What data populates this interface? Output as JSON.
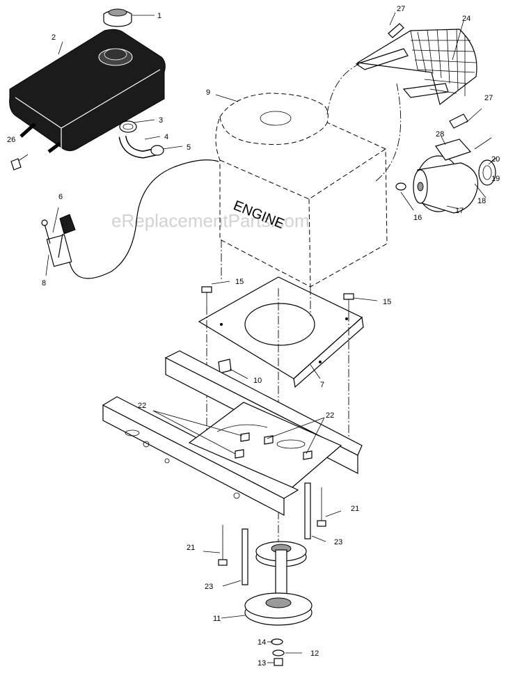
{
  "watermark": "eReplacementParts.com",
  "engine_label": "ENGINE",
  "callouts": {
    "c1": "1",
    "c2": "2",
    "c3": "3",
    "c4": "4",
    "c5": "5",
    "c6": "6",
    "c7": "7",
    "c8": "8",
    "c9": "9",
    "c10": "10",
    "c11": "11",
    "c12": "12",
    "c13": "13",
    "c14": "14",
    "c15a": "15",
    "c15b": "15",
    "c16": "16",
    "c17": "17",
    "c18": "18",
    "c19": "19",
    "c20": "20",
    "c21a": "21",
    "c21b": "21",
    "c22a": "22",
    "c22b": "22",
    "c23a": "23",
    "c23b": "23",
    "c24": "24",
    "c26": "26",
    "c27a": "27",
    "c27b": "27",
    "c28": "28"
  }
}
